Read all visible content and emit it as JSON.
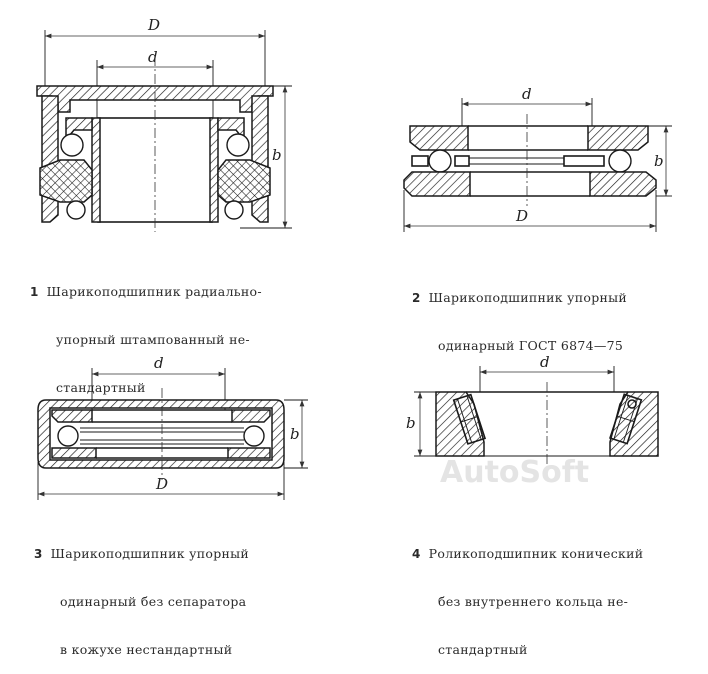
{
  "figures": [
    {
      "number": "1",
      "caption_lines": [
        "Шарикоподшипник радиально-",
        "упорный штампованный не-",
        "стандартный"
      ],
      "dims": {
        "outer": "D",
        "inner": "d",
        "height": "b"
      }
    },
    {
      "number": "2",
      "caption_lines": [
        "Шарикоподшипник упорный",
        "одинарный ГОСТ 6874—75"
      ],
      "dims": {
        "outer": "D",
        "inner": "d",
        "height": "b"
      }
    },
    {
      "number": "3",
      "caption_lines": [
        "Шарикоподшипник упорный",
        "одинарный без сепаратора",
        "в кожухе нестандартный"
      ],
      "dims": {
        "outer": "D",
        "inner": "d",
        "height": "b"
      }
    },
    {
      "number": "4",
      "caption_lines": [
        "Роликоподшипник конический",
        "без внутреннего кольца не-",
        "стандартный"
      ],
      "dims": {
        "inner": "d",
        "height": "b"
      }
    }
  ],
  "watermark": "AutoSoft"
}
